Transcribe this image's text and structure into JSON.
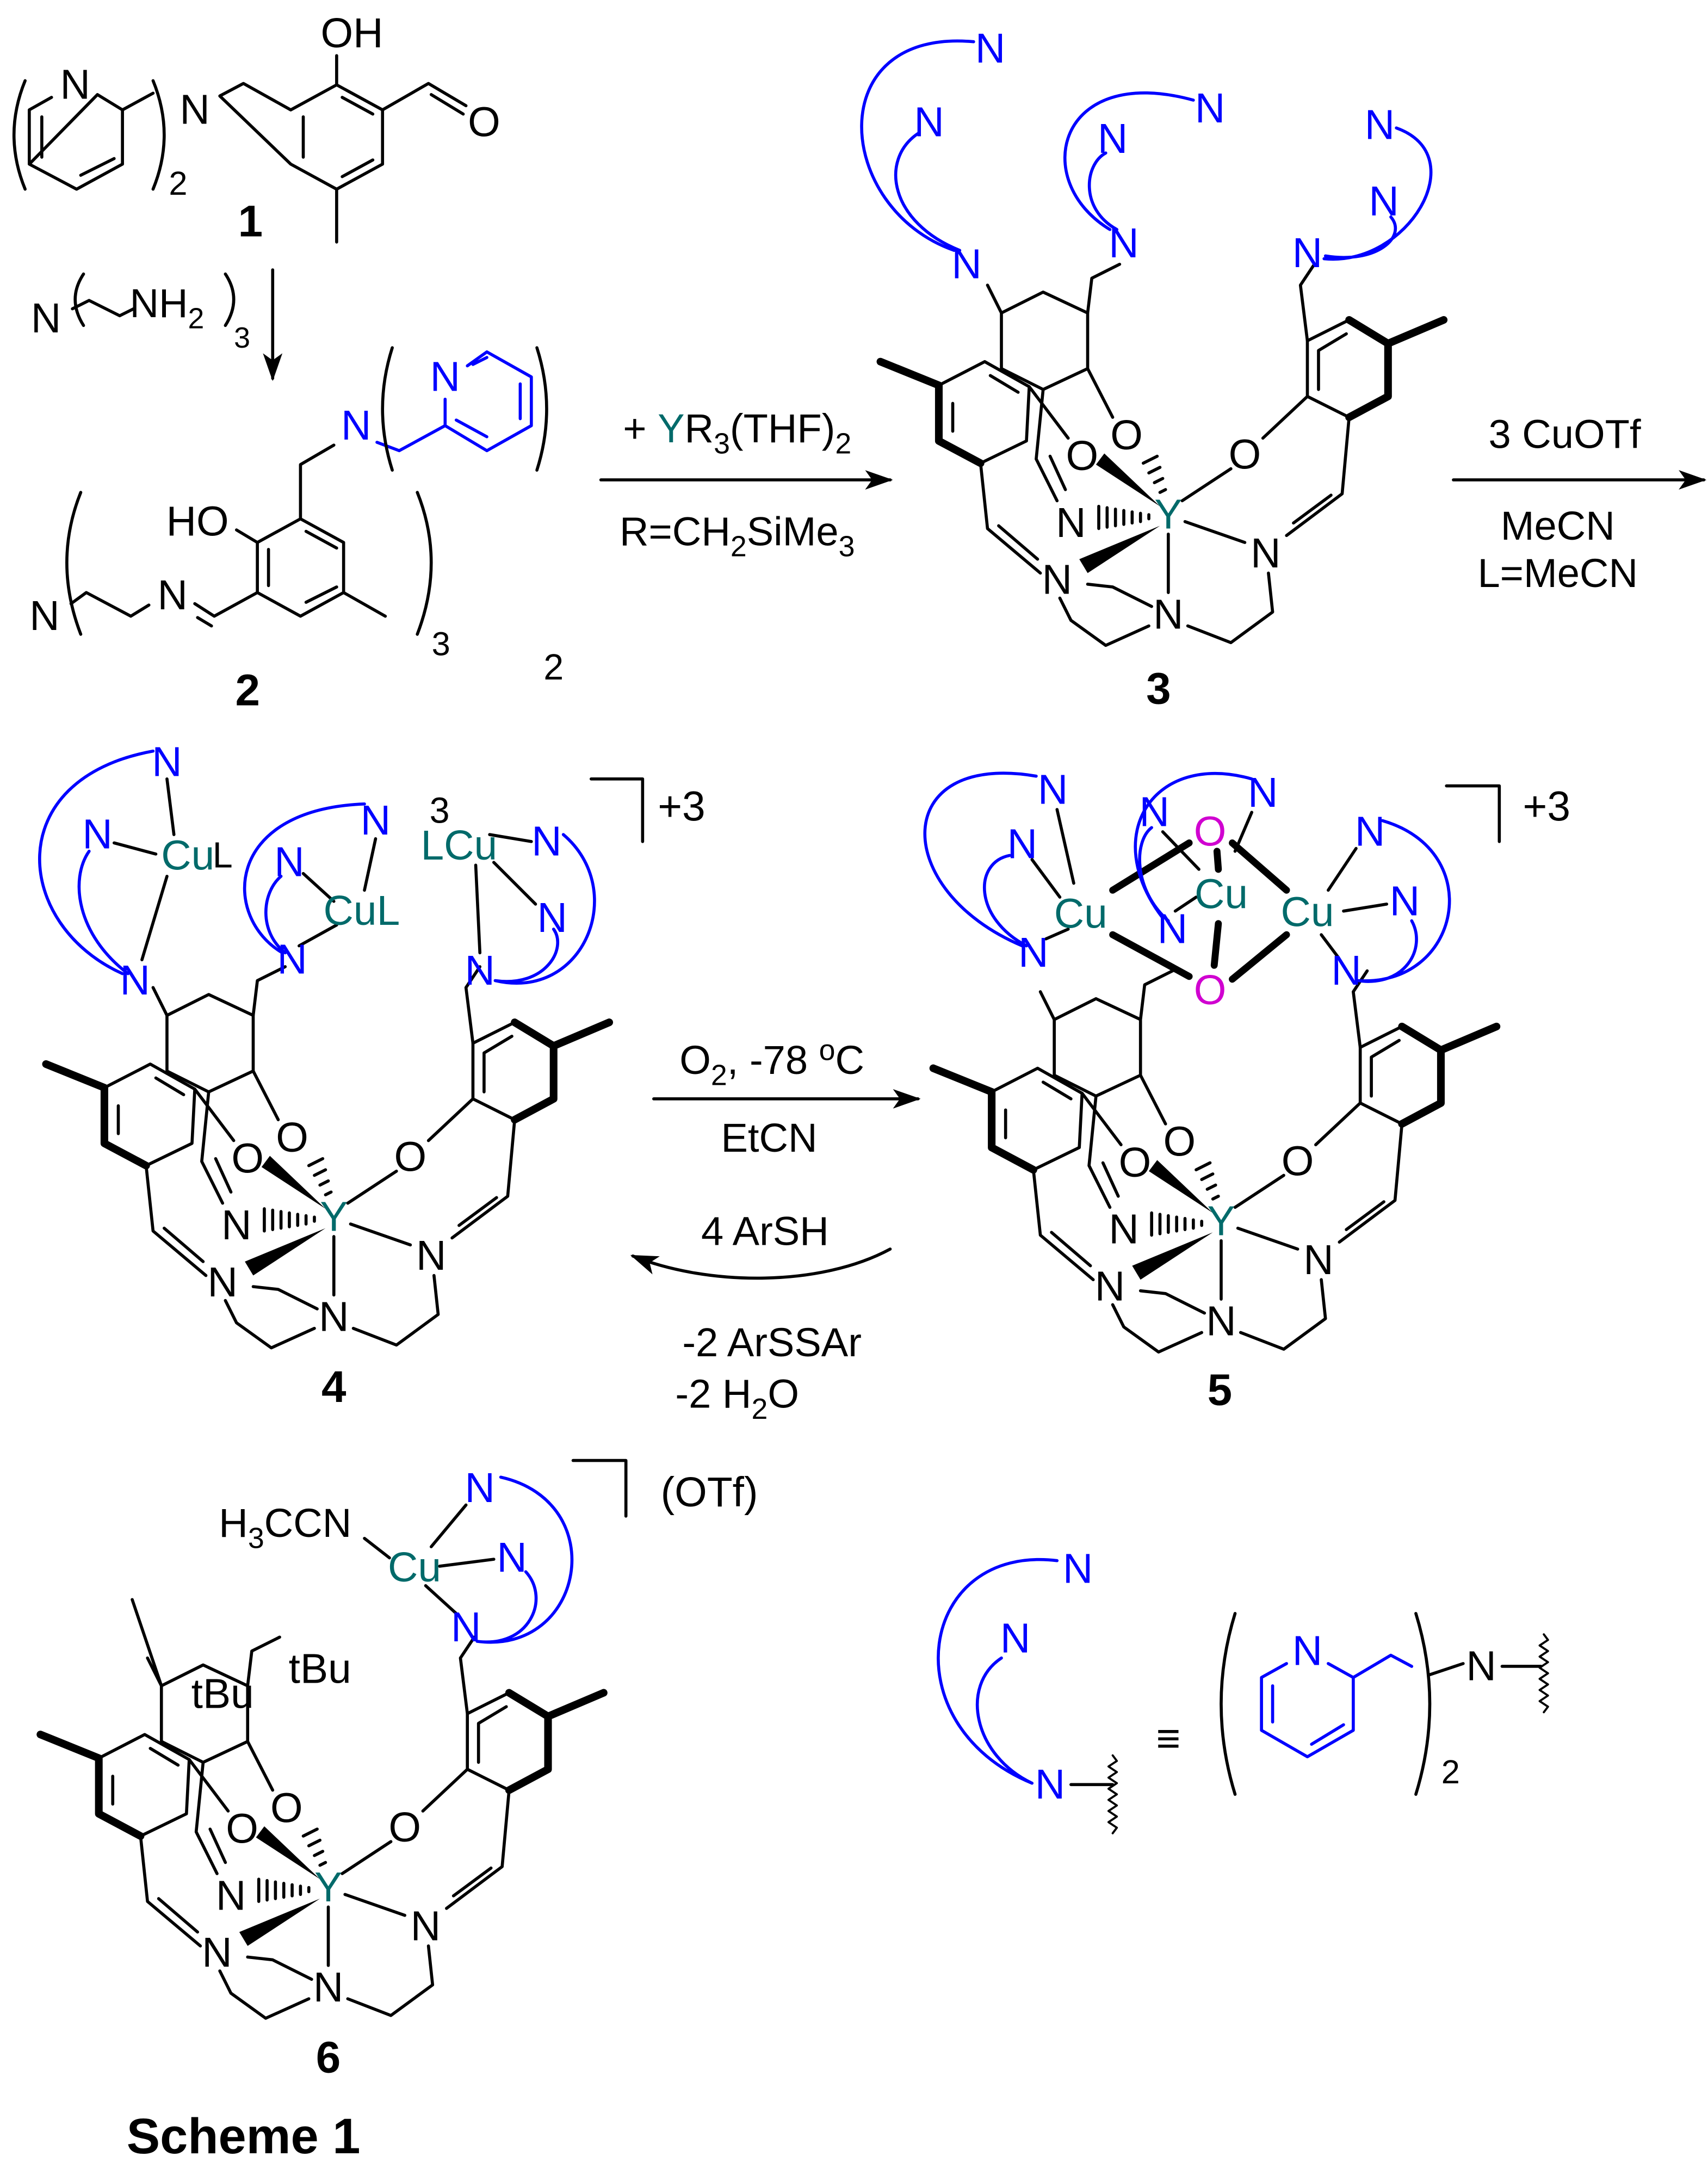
{
  "title": "Scheme 1",
  "colors": {
    "ligand_arm": "#0000ff",
    "yttrium": "#006a6a",
    "oxo": "#d000d0",
    "bond": "#000000"
  },
  "compound_labels": {
    "c1": "1",
    "c2": "2",
    "c3": "3",
    "c4": "4",
    "c5": "5",
    "c6": "6"
  },
  "atoms": {
    "N": "N",
    "O": "O",
    "Y": "Y",
    "Cu": "Cu",
    "OH": "OH",
    "HO": "HO",
    "CuL": "CuL",
    "LCu": "LCu",
    "tBu": "tBu",
    "NH": "NH"
  },
  "sub": {
    "two": "2",
    "three": "3"
  },
  "step1": {
    "amine_N": "N",
    "amine_NH": "NH",
    "amine_sub2": "2",
    "amine_sub3": "3"
  },
  "compound2_extra": {
    "stray_2": "2"
  },
  "step2": {
    "plus": "+ ",
    "Y": "Y",
    "R": "R",
    "r_sub": "3",
    "thf": "(THF)",
    "thf_sub": "2",
    "r_def_a": "R=CH",
    "r_def_sub1": "2",
    "r_def_b": "SiMe",
    "r_def_sub2": "3"
  },
  "step3": {
    "reagent": "3 CuOTf",
    "solvent": "MeCN",
    "ligand": "L=MeCN"
  },
  "step4": {
    "o2": "O",
    "o2_sub": "2",
    "temp": ", -78 ",
    "deg": "o",
    "unit": "C",
    "solvent": "EtCN"
  },
  "step5": {
    "reagent": "4 ArSH",
    "byproduct1": "-2 ArSSAr",
    "byproduct2_a": "-2 H",
    "byproduct2_sub": "2",
    "byproduct2_b": "O"
  },
  "charges": {
    "c4_charge": "+3",
    "c4_count": "3",
    "c5_charge": "+3",
    "c6_counterion": "(OTf)"
  },
  "compound6": {
    "h": "H",
    "h_sub": "3",
    "ccn": "CCN"
  },
  "legend": {
    "equiv": "≡",
    "repeat": "2"
  }
}
